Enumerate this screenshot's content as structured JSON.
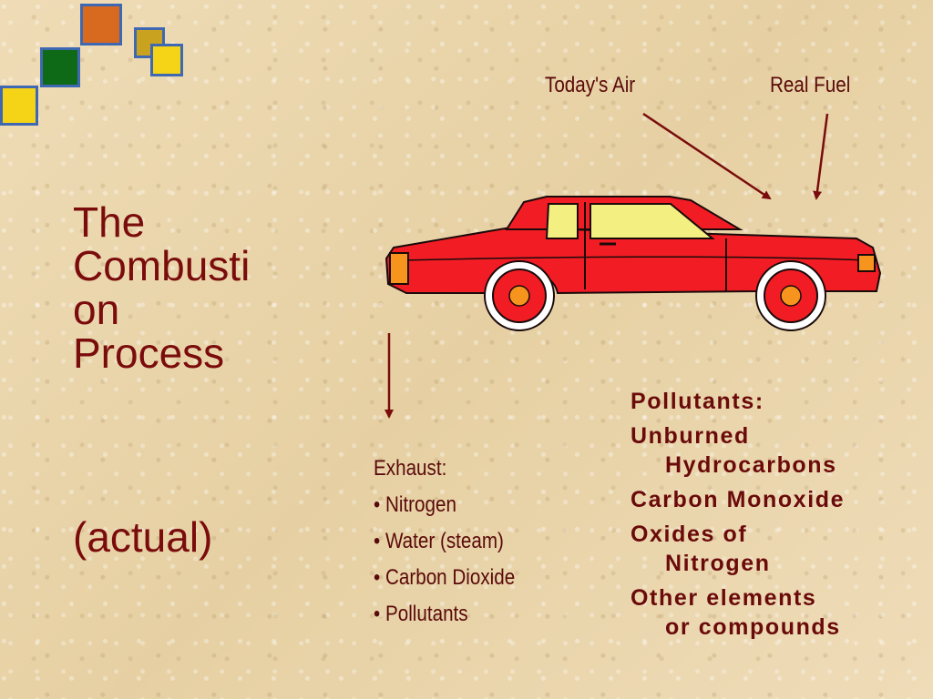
{
  "slide": {
    "title_lines": [
      "The",
      "Combusti",
      "on",
      "Process"
    ],
    "subtitle": "(actual)"
  },
  "diagram": {
    "air_label": "Today's Air",
    "fuel_label": "Real Fuel",
    "exhaust": {
      "heading": "Exhaust:",
      "items": [
        "• Nitrogen",
        "• Water (steam)",
        "• Carbon Dioxide",
        "• Pollutants"
      ]
    },
    "pollutants": {
      "heading": "Pollutants:",
      "items": [
        [
          "Unburned",
          "Hydrocarbons"
        ],
        [
          "Carbon Monoxide"
        ],
        [
          "Oxides of",
          "Nitrogen"
        ],
        [
          "Other elements",
          "or compounds"
        ]
      ]
    }
  },
  "colors": {
    "title": "#7a0c0c",
    "arrow": "#7a0c0c",
    "car_body": "#f21c24",
    "window": "#f3f081",
    "wheel_hub": "#f7941d",
    "light": "#f7941d"
  }
}
